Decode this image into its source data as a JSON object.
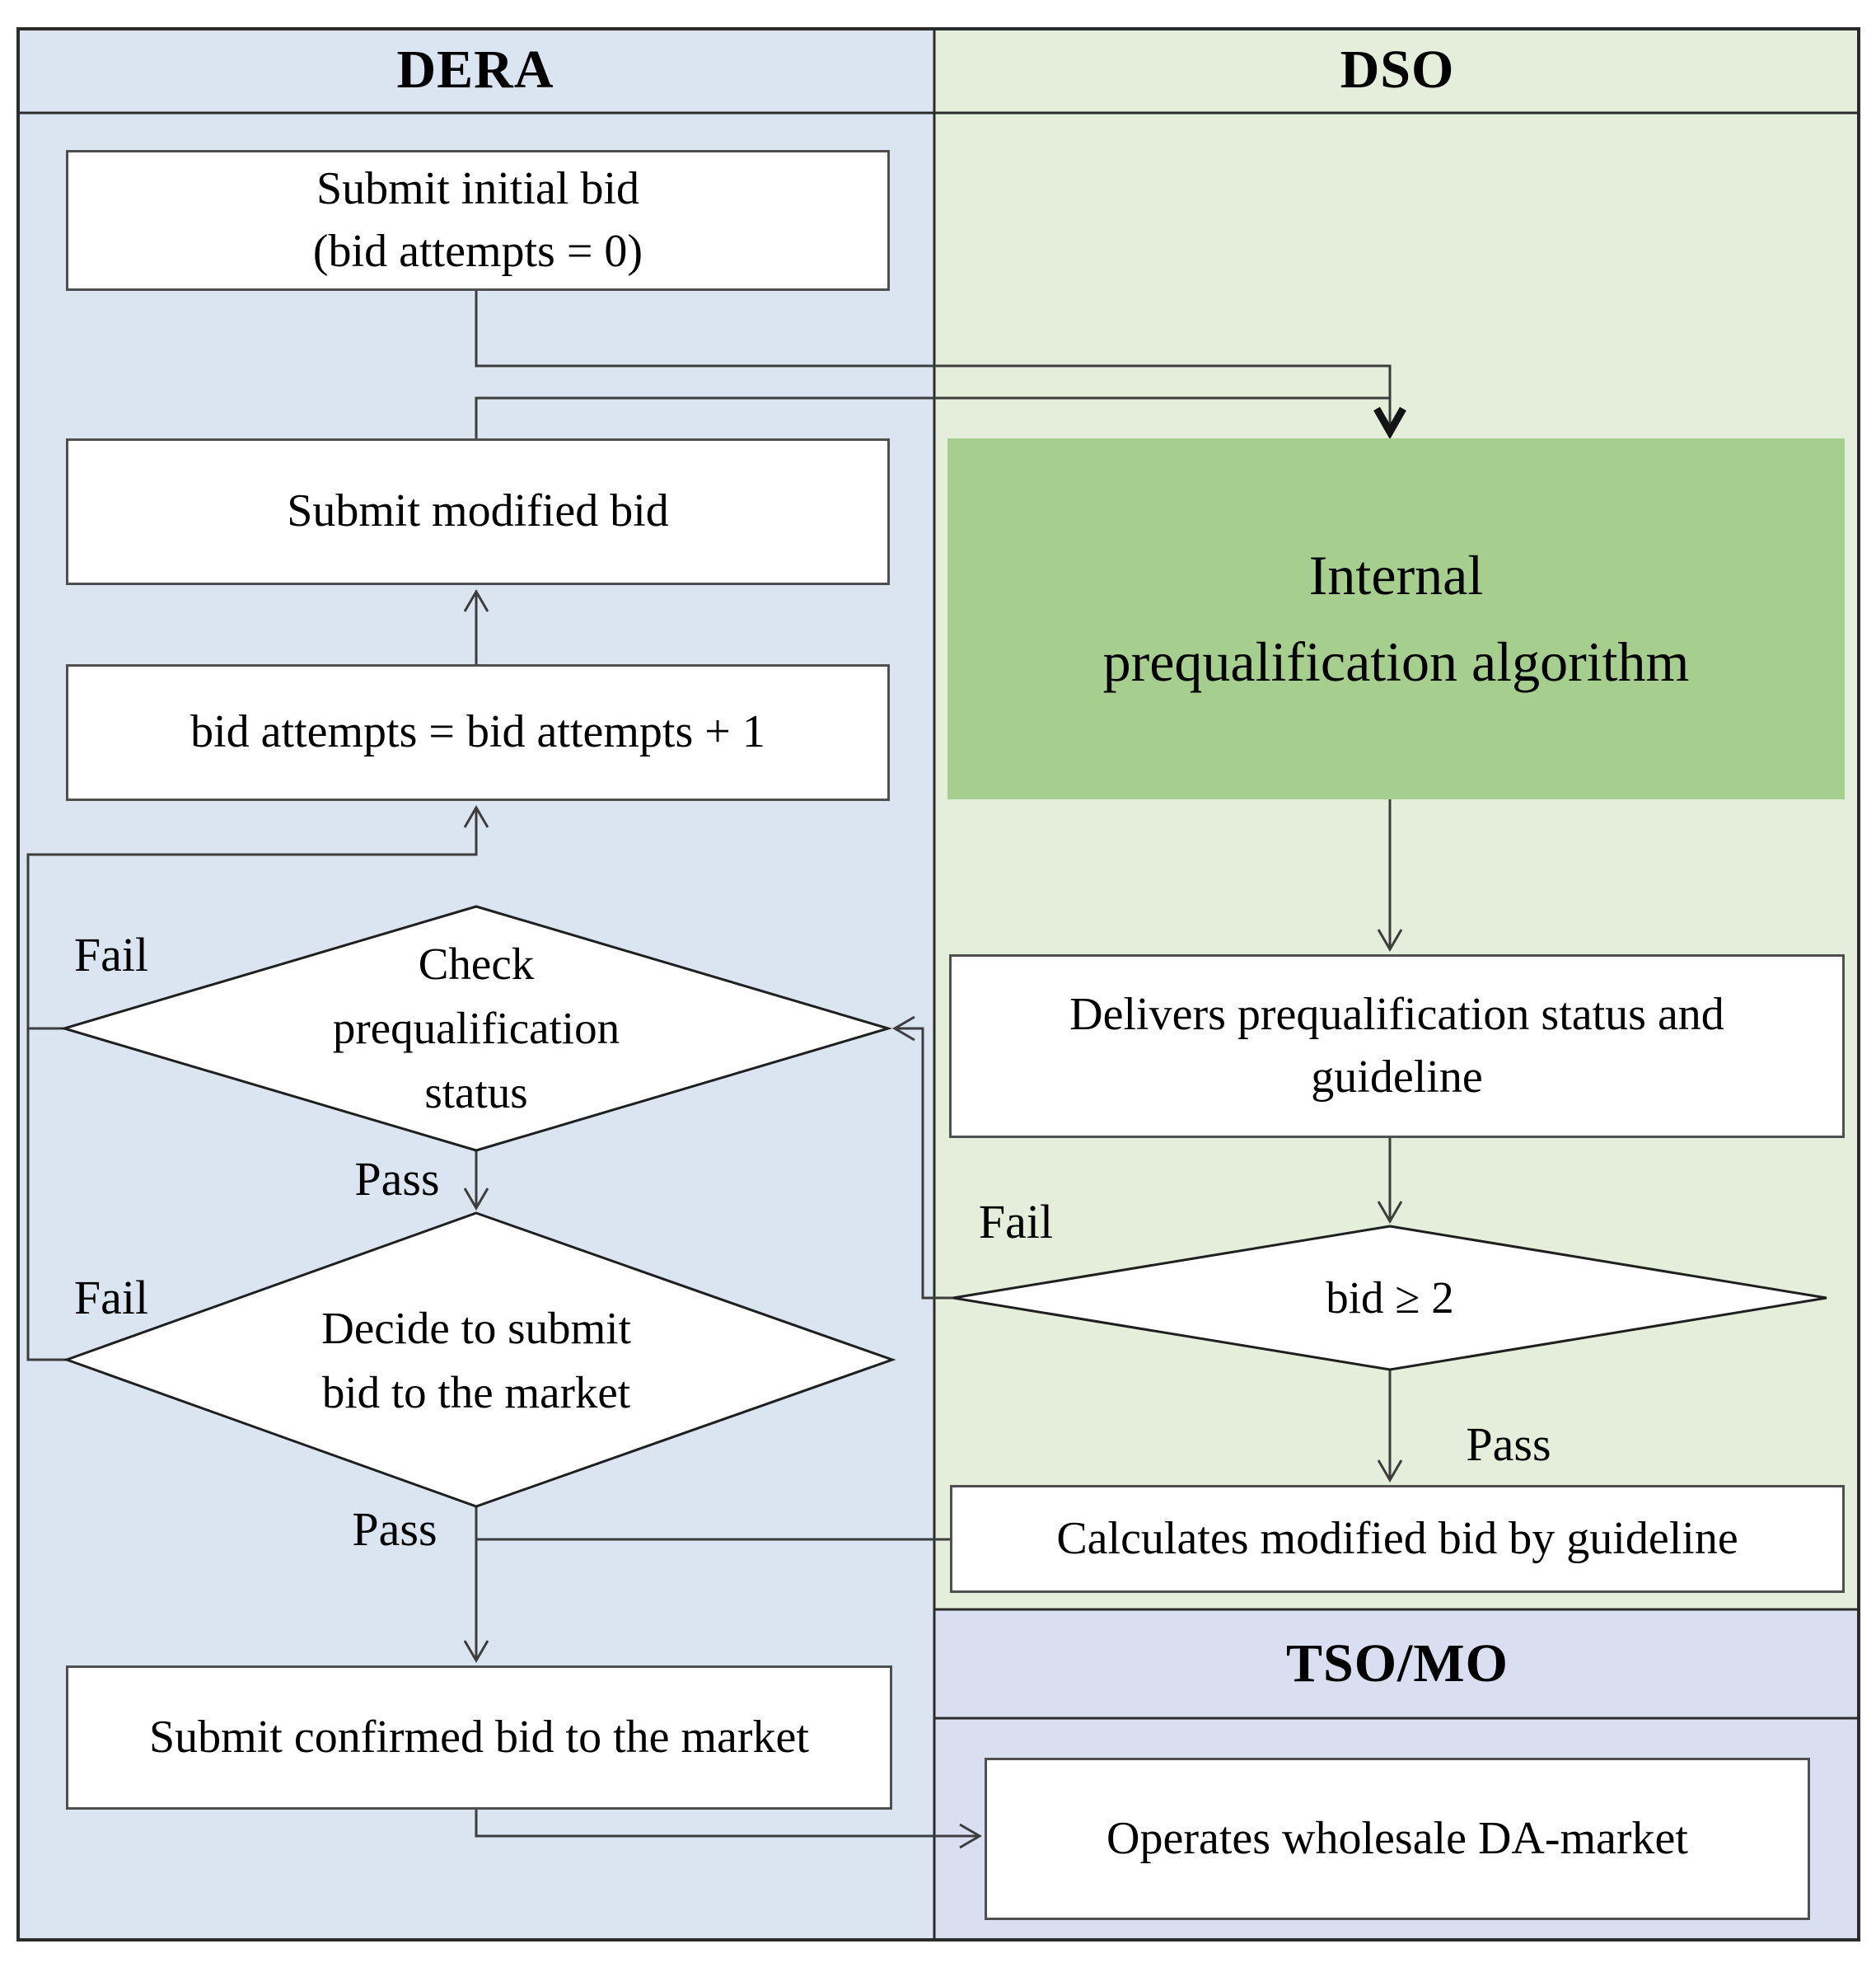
{
  "colors": {
    "dera_fill": "#dbe5f1",
    "dso_fill": "#e4eedb",
    "tso_fill": "#d9def0",
    "algorithm_fill": "#a6ce8e",
    "node_fill": "#ffffff",
    "line_color": "#3d3d3d"
  },
  "lanes": {
    "dera": {
      "label": "DERA"
    },
    "dso": {
      "label": "DSO"
    },
    "tso": {
      "label": "TSO/MO"
    }
  },
  "nodes": {
    "submit_initial": {
      "text": "Submit initial bid\n(bid attempts = 0)"
    },
    "submit_modified": {
      "text": "Submit modified bid"
    },
    "increment_attempts": {
      "text": "bid attempts = bid attempts + 1"
    },
    "check_status": {
      "text": "Check\nprequalification\nstatus"
    },
    "decide_submit": {
      "text": "Decide to submit\nbid to the market"
    },
    "submit_confirmed": {
      "text": "Submit confirmed bid to the market"
    },
    "internal_algorithm": {
      "text": "Internal\nprequalification algorithm"
    },
    "delivers_status": {
      "text": "Delivers prequalification status and\nguideline"
    },
    "bid_ge_2": {
      "text": "bid ≥ 2"
    },
    "calculates_bid": {
      "text": "Calculates modified bid by guideline"
    },
    "operates_market": {
      "text": "Operates wholesale DA-market"
    }
  },
  "edge_labels": {
    "check_fail": "Fail",
    "check_pass": "Pass",
    "decide_fail": "Fail",
    "decide_pass": "Pass",
    "bid2_fail": "Fail",
    "bid2_pass": "Pass"
  }
}
